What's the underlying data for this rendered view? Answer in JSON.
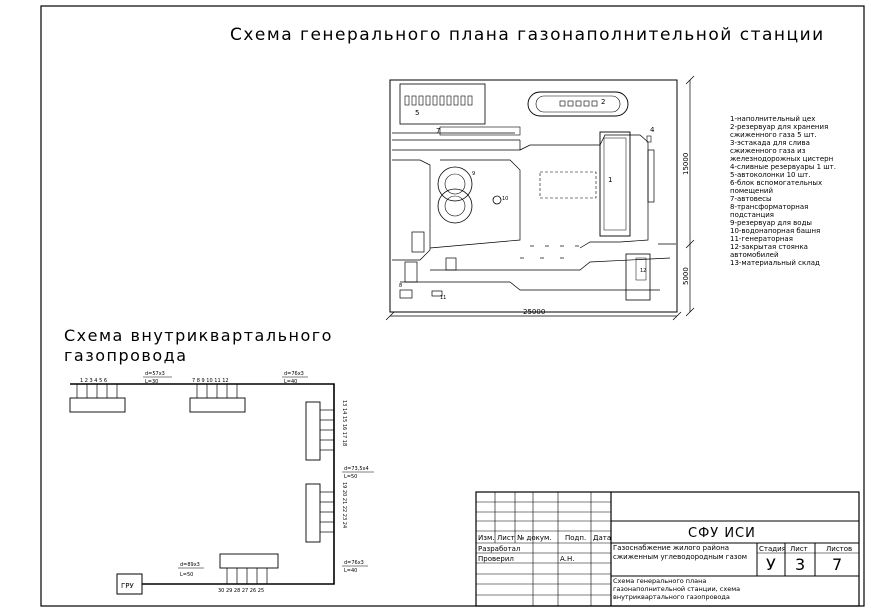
{
  "sheet": {
    "title": "Схема генерального плана газонаполнительной станции",
    "subtitle_line1": "Схема внутриквартального",
    "subtitle_line2": "газопровода"
  },
  "plan": {
    "dim_total_width": "25000",
    "dim_height_upper": "15000",
    "dim_height_lower": "5000",
    "numbers": {
      "n1": "1",
      "n2": "2",
      "n4": "4",
      "n5": "5",
      "n7": "7",
      "n8": "8",
      "n9": "9",
      "n10": "10",
      "n11": "11",
      "n12": "12"
    },
    "legend": [
      "1-наполнительный цех",
      "2-резервуар для хранения",
      "сжиженного газа 5 шт.",
      "3-эстакада для слива",
      "сжиженного газа из",
      "железнодорожных цистерн",
      "4-сливные резервуары 1 шт.",
      "5-автоколонки 10 шт.",
      "6-блок вспомогательных",
      "помещений",
      "7-автовесы",
      "8-трансформаторная",
      "подстанция",
      "9-резервуар для воды",
      "10-водонапорная башня",
      "11-генераторная",
      "12-закрытая стоянка",
      "автомобилей",
      "13-материальный склад"
    ]
  },
  "pipeline": {
    "gru_label": "ГРУ",
    "pipe_labels": [
      {
        "d": "d=57x3",
        "l": "L=30"
      },
      {
        "d": "d=76x3",
        "l": "L=40"
      },
      {
        "d": "d=73,5x4",
        "l": "L=50"
      },
      {
        "d": "d=76x3",
        "l": "L=40"
      },
      {
        "d": "d=89x3",
        "l": "L=50"
      }
    ],
    "group_top_left_numbers": "1 2 3 4 5 6",
    "group_top_mid_numbers": "7 8 9 10 11 12",
    "group_right_upper_numbers": "13 14 15 16 17 18",
    "group_right_lower_numbers": "19 20 21 22 23 24",
    "group_bottom_numbers": "30 29 28 27 26 25"
  },
  "stamp": {
    "col_headers": [
      "Изм.",
      "Лист",
      "№ докум.",
      "Подп.",
      "Дата"
    ],
    "row_razrab": "Разработал",
    "row_proveril": "Проверил",
    "checker_initials": "А.Н.",
    "org": "СФУ ИСИ",
    "project_title": "Газоснабжение жилого района сжиженным углеводородным газом",
    "sheet_title": "Схема генерального плана газонаполнительной станции, схема внутриквартального газопровода",
    "stage_label": "Стадия",
    "sheet_label": "Лист",
    "sheets_label": "Листов",
    "stage_value": "У",
    "sheet_value": "3",
    "sheets_value": "7"
  }
}
